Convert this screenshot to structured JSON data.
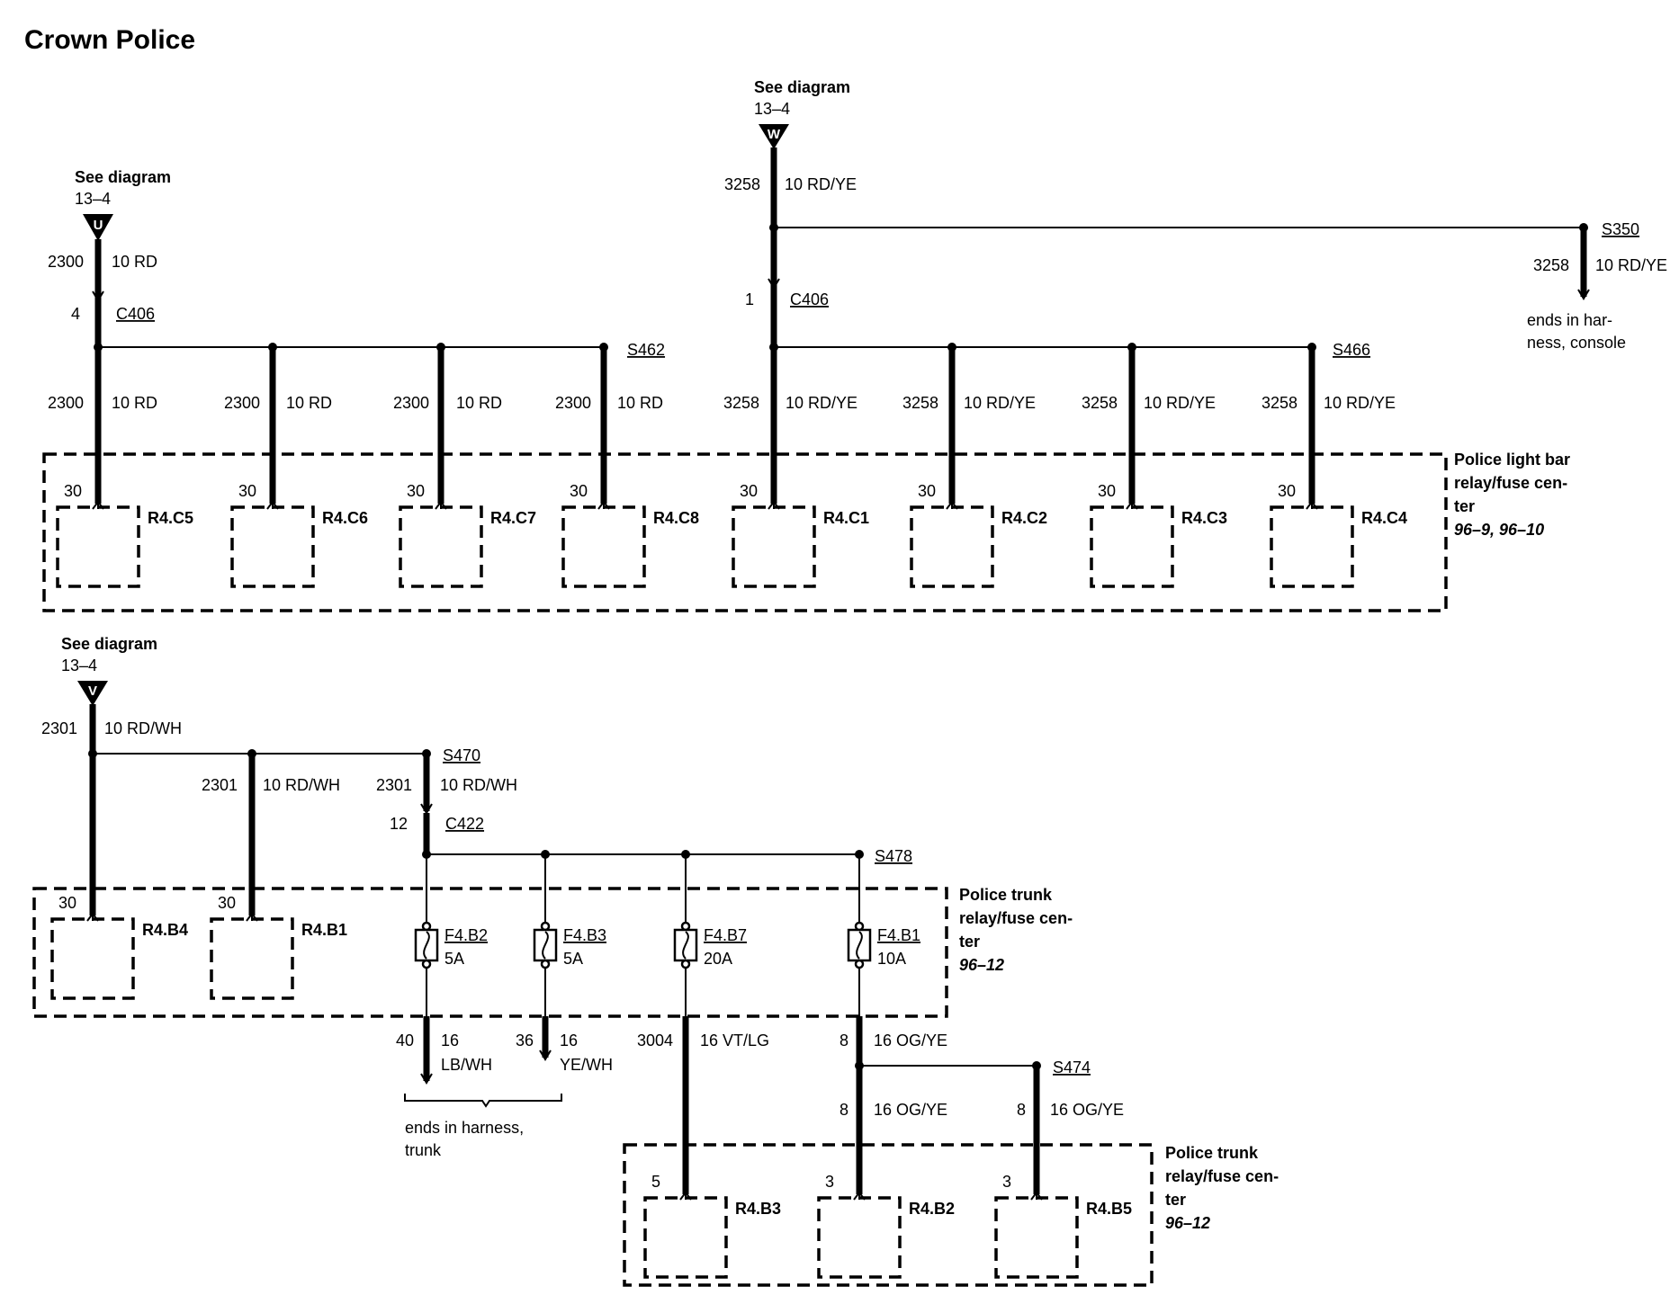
{
  "title": "Crown Police",
  "ref_u": {
    "see": "See diagram",
    "page": "13–4",
    "letter": "U"
  },
  "ref_w": {
    "see": "See diagram",
    "page": "13–4",
    "letter": "W"
  },
  "ref_v": {
    "see": "See diagram",
    "page": "13–4",
    "letter": "V"
  },
  "circuit": {
    "c2300": "2300",
    "c3258": "3258",
    "c2301": "2301",
    "c40": "40",
    "c36": "36",
    "c3004": "3004",
    "c8": "8"
  },
  "wire": {
    "rd": "10 RD",
    "rdye": "10 RD/YE",
    "rdwh": "10 RD/WH",
    "g16": "16",
    "lbwh": "LB/WH",
    "yewh": "YE/WH",
    "vtlg": "16 VT/LG",
    "ogye": "16 OG/YE"
  },
  "pins": {
    "p30": "30",
    "p5": "5",
    "p3": "3",
    "p4": "4",
    "p1": "1",
    "p12": "12"
  },
  "connectors": {
    "c406": "C406",
    "c422": "C422"
  },
  "splices": {
    "s462": "S462",
    "s466": "S466",
    "s350": "S350",
    "s470": "S470",
    "s478": "S478",
    "s474": "S474"
  },
  "relays_top": [
    "R4.C5",
    "R4.C6",
    "R4.C7",
    "R4.C8",
    "R4.C1",
    "R4.C2",
    "R4.C3",
    "R4.C4"
  ],
  "relays_trunk": [
    "R4.B4",
    "R4.B1"
  ],
  "relays_bottom": [
    "R4.B3",
    "R4.B2",
    "R4.B5"
  ],
  "fuses": [
    {
      "id": "F4.B2",
      "rating": "5A"
    },
    {
      "id": "F4.B3",
      "rating": "5A"
    },
    {
      "id": "F4.B7",
      "rating": "20A"
    },
    {
      "id": "F4.B1",
      "rating": "10A"
    }
  ],
  "box_lightbar": {
    "l1": "Police light bar",
    "l2": "relay/fuse cen-",
    "l3": "ter",
    "ref": "96–9, 96–10"
  },
  "box_trunk": {
    "l1": "Police trunk",
    "l2": "relay/fuse cen-",
    "l3": "ter",
    "ref": "96–12"
  },
  "box_trunk2": {
    "l1": "Police trunk",
    "l2": "relay/fuse cen-",
    "l3": "ter",
    "ref": "96–12"
  },
  "ends_console": {
    "l1": "ends in har-",
    "l2": "ness, console"
  },
  "ends_trunk": {
    "l1": "ends in harness,",
    "l2": "trunk"
  }
}
